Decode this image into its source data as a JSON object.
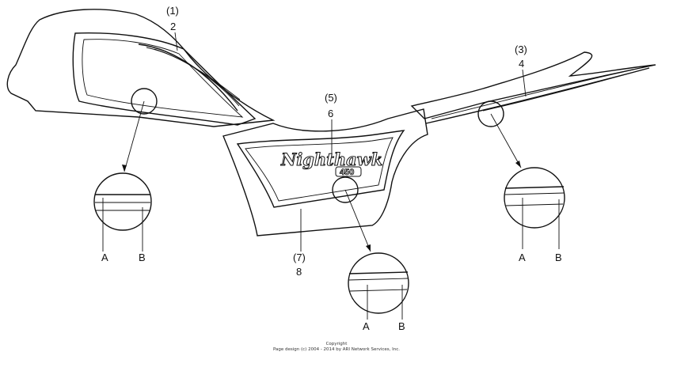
{
  "callouts": {
    "part_1": {
      "ref": "(1)",
      "num": "2"
    },
    "part_3": {
      "ref": "(3)",
      "num": "4"
    },
    "part_5": {
      "ref": "(5)",
      "num": "6"
    },
    "part_7": {
      "ref": "(7)",
      "num": "8"
    }
  },
  "emblem": {
    "script": "Nighthawk",
    "model": "450"
  },
  "details": {
    "left": {
      "a": "A",
      "b": "B"
    },
    "right": {
      "a": "A",
      "b": "B"
    },
    "center": {
      "a": "A",
      "b": "B"
    }
  },
  "footer": {
    "line1": "Copyright",
    "line2": "Page design (c) 2004 - 2014 by ARI Network Services, Inc."
  },
  "colors": {
    "ink": "#111111",
    "paper": "#ffffff"
  }
}
